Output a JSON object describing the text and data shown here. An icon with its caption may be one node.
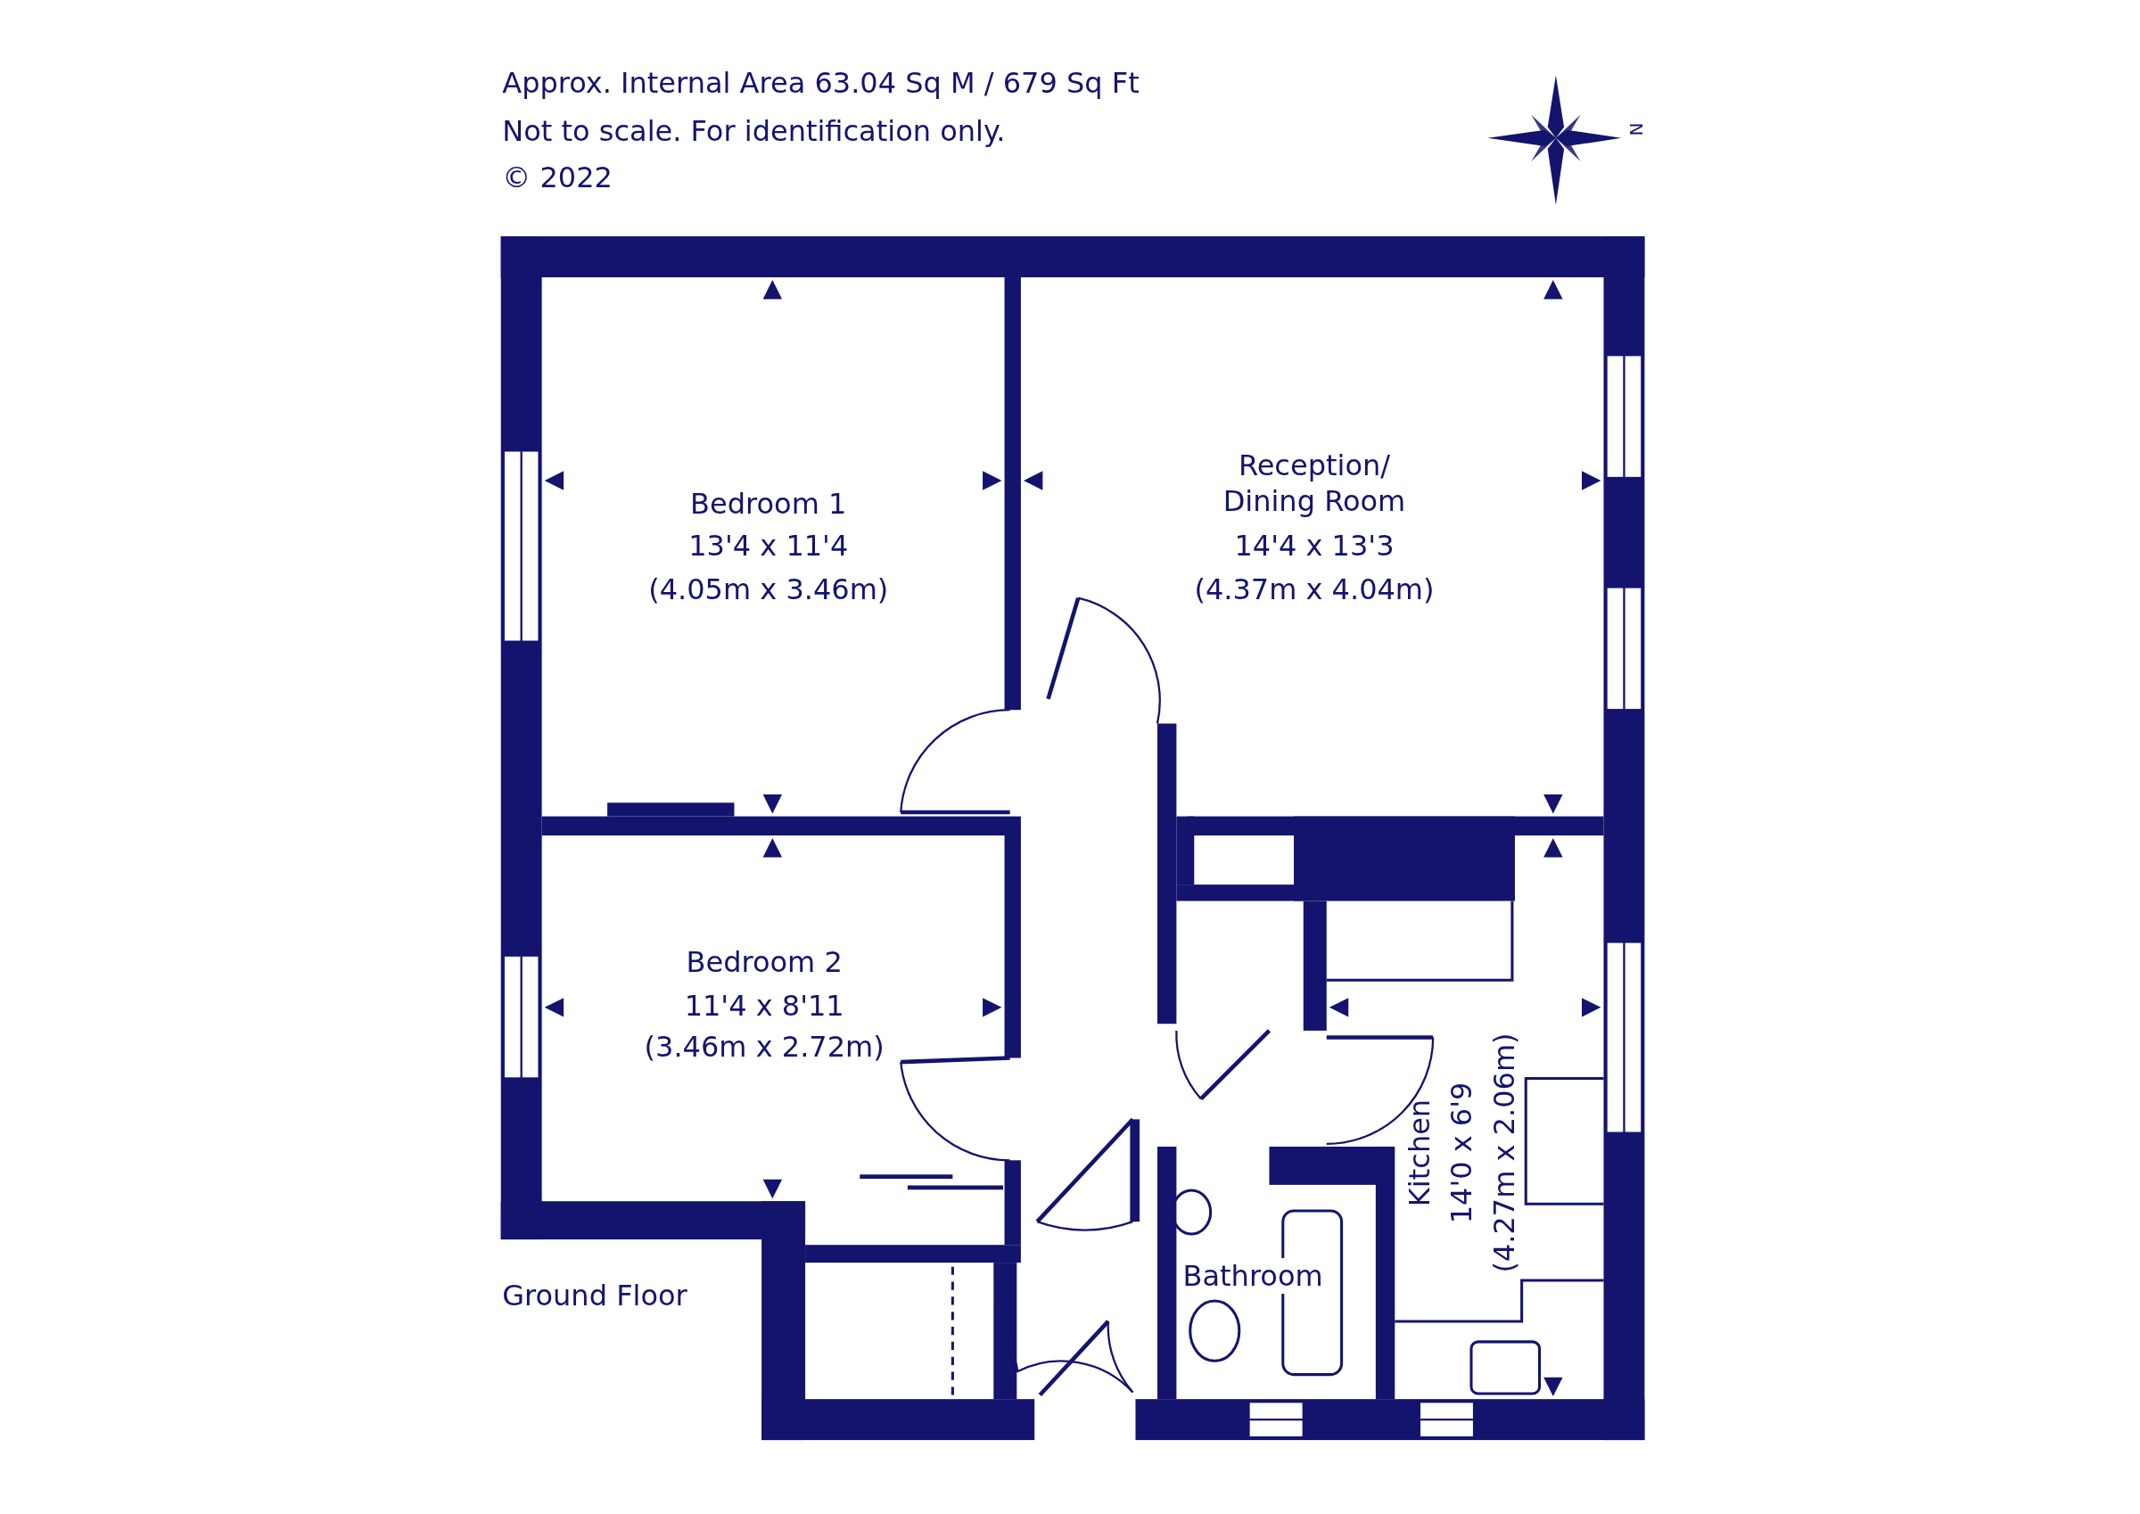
{
  "diagram": {
    "labels": [
      "Approx. Internal Area 63.04 Sq M / 679 Sq Ft",
      "Not to scale. For identification only.",
      "© 2022",
      "N",
      "Bedroom 1",
      "13'4 x 11'4",
      "(4.05m x 3.46m)",
      "Reception/ Dining Room",
      "14'4 x 13'3",
      "(4.37m x 4.04m)",
      "Bedroom 2",
      "11'4 x 8'11",
      "(3.46m x 2.72m)",
      "Kitchen",
      "14'0 x 6'9",
      "(4.27m x 2.06m)",
      "Bathroom",
      "Ground Floor"
    ]
  }
}
